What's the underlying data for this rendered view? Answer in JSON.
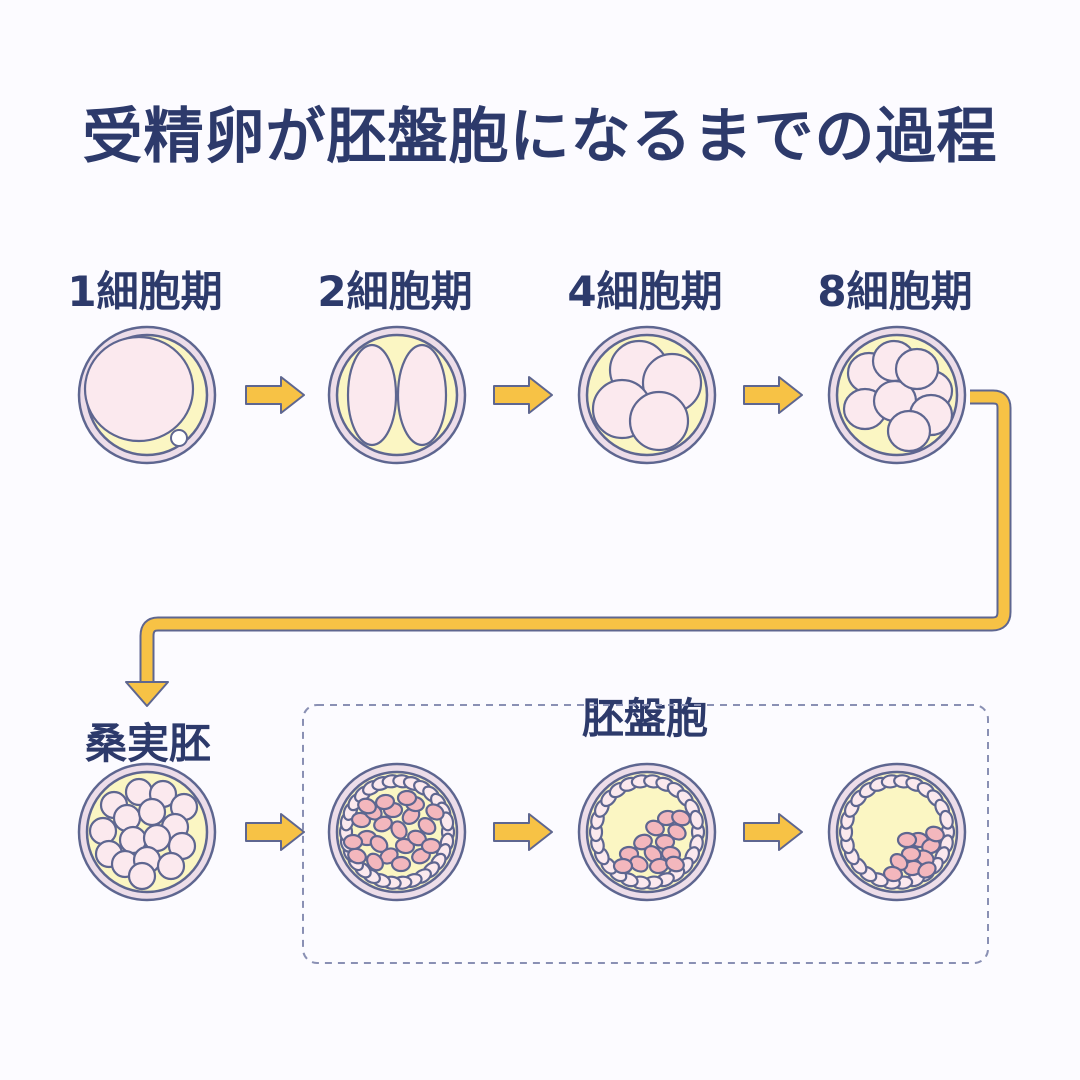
{
  "title": "受精卵が胚盤胞になるまでの過程",
  "stages": [
    {
      "label": "1細胞期"
    },
    {
      "label": "2細胞期"
    },
    {
      "label": "4細胞期"
    },
    {
      "label": "8細胞期"
    },
    {
      "label": "桑実胚"
    }
  ],
  "blastocyst_group": {
    "label": "胚盤胞"
  },
  "colors": {
    "text": "#2d3a6b",
    "outline": "#5e6690",
    "zona": "#eddde9",
    "yolk": "#fbf6c3",
    "cell": "#fbe9ee",
    "inner_cell": "#f3b7bd",
    "arrow": "#f7c245",
    "dashed": "#8a90b4"
  }
}
